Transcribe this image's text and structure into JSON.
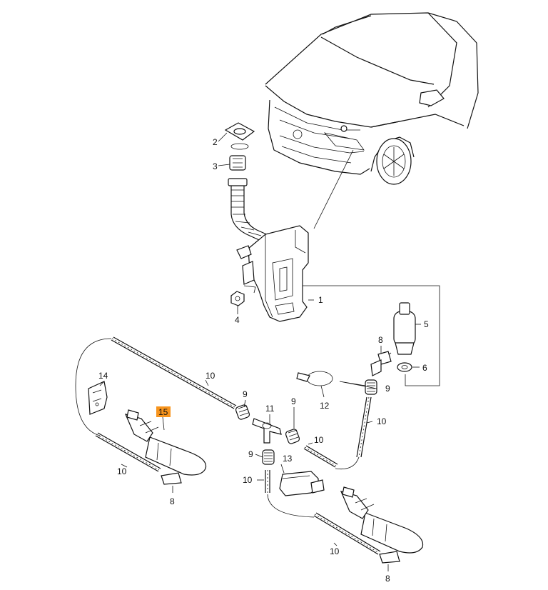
{
  "callouts": {
    "c1": "1",
    "c2": "2",
    "c3": "3",
    "c4": "4",
    "c5": "5",
    "c6": "6",
    "c8a": "8",
    "c8b": "8",
    "c8c": "8",
    "c9a": "9",
    "c9b": "9",
    "c9c": "9",
    "c9d": "9",
    "c10a": "10",
    "c10b": "10",
    "c10c": "10",
    "c10d": "10",
    "c10e": "10",
    "c10f": "10",
    "c11": "11",
    "c12": "12",
    "c13": "13",
    "c14": "14",
    "c15": "15"
  },
  "colors": {
    "line": "#111111",
    "highlight": "#f7941d",
    "background": "#ffffff"
  }
}
